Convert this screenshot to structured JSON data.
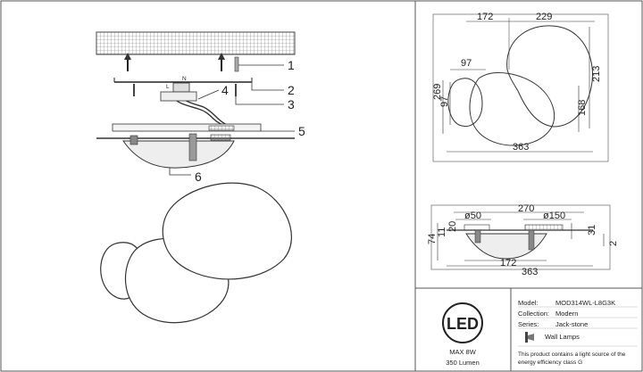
{
  "callouts": [
    "1",
    "2",
    "3",
    "4",
    "5",
    "6"
  ],
  "wire_labels": {
    "l": "L",
    "n": "N"
  },
  "dims_front": {
    "d172": "172",
    "d229": "229",
    "d97_top": "97",
    "d269": "269",
    "d97_side": "97",
    "d168": "168",
    "d213": "213",
    "d363": "363"
  },
  "dims_side": {
    "d270": "270",
    "d50": "ø50",
    "d150": "ø150",
    "d74": "74",
    "d11": "11",
    "d20": "20",
    "d31": "31",
    "d2": "2",
    "d172": "172",
    "d363": "363"
  },
  "badge": {
    "logo": "LED",
    "power": "MAX 8W",
    "lumen": "350 Lumen"
  },
  "info": {
    "model_label": "Model:",
    "model_value": "MOD314WL-L8G3K",
    "collection_label": "Collection:",
    "collection_value": "Modern",
    "series_label": "Series:",
    "series_value": "Jack-stone",
    "type_value": "Wall Lamps",
    "note_line1": "This product contains a light source of the",
    "note_line2": "energy efficiency class G"
  }
}
